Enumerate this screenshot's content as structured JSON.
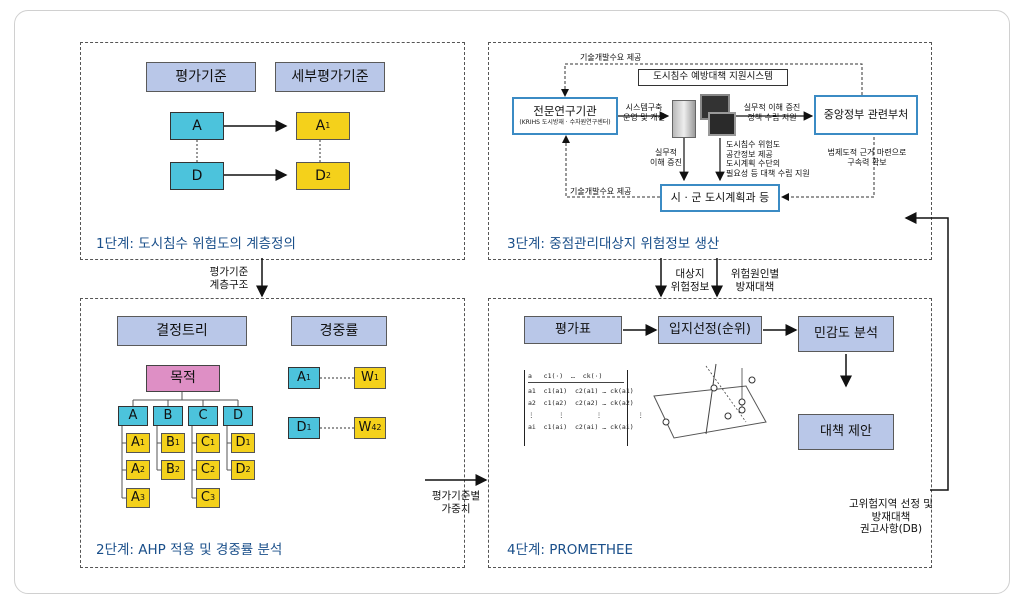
{
  "stage1": {
    "title": "1단계: 도시침수 위험도의 계층정의",
    "criteria": "평가기준",
    "sub_criteria": "세부평가기준",
    "a": "A",
    "d": "D",
    "a1": "A",
    "a1_sub": "1",
    "d2": "D",
    "d2_sub": "2"
  },
  "stage2": {
    "title": "2단계: AHP 적용 및 경중률 분석",
    "decision_tree": "결정트리",
    "weight": "경중률",
    "goal": "목적",
    "nodes": [
      "A",
      "B",
      "C",
      "D"
    ],
    "a_children": [
      {
        "l": "A",
        "s": "1"
      },
      {
        "l": "A",
        "s": "2"
      },
      {
        "l": "A",
        "s": "3"
      }
    ],
    "b_children": [
      {
        "l": "B",
        "s": "1"
      },
      {
        "l": "B",
        "s": "2"
      }
    ],
    "c_children": [
      {
        "l": "C",
        "s": "1"
      },
      {
        "l": "C",
        "s": "2"
      },
      {
        "l": "C",
        "s": "3"
      }
    ],
    "d_children": [
      {
        "l": "D",
        "s": "1"
      },
      {
        "l": "D",
        "s": "2"
      }
    ],
    "wa": "A",
    "wa_sub": "1",
    "w1": "W",
    "w1_sub": "1",
    "wd": "D",
    "wd_sub": "1",
    "w4": "W",
    "w4_sub": "4",
    "w4_sup": "2"
  },
  "stage3": {
    "title": "3단계: 중점관리대상지 위험정보 생산",
    "tech_need_top": "기술개발수요 제공",
    "system_label": "도시침수 예방대책 지원시스템",
    "research": "전문연구기관",
    "research_sub": "(KRIHS 도시방재 · 수자원연구센터)",
    "build": "시스템구축\n운영 및 개선",
    "practical_top": "실무적 이해 증진\n정책 수립 지원",
    "central": "중앙정부 관련부처",
    "practical_mid": "실무적\n이해 증진",
    "info_list": "도시침수 위험도\n공간정보 제공\n도시계획 수단의\n필요성 등 대책 수립 지원",
    "legal": "법제도적 근거 마련으로\n구속력 확보",
    "tech_need_bottom": "기술개발수요 제공",
    "city": "시 · 군 도시계획과 등"
  },
  "stage4": {
    "title": "4단계: PROMETHEE",
    "table": "평가표",
    "site": "입지선정(순위)",
    "sensitivity": "민감도 분석",
    "proposal": "대책 제안",
    "matrix_header": "a   c1(·)  …  ck(·)",
    "matrix_rows": [
      "a1  c1(a1)  c2(a1) … ck(a1)",
      "a2  c1(a2)  c2(a2) … ck(a2)",
      "⋮      ⋮        ⋮         ⋮",
      "ai  c1(ai)  c2(ai) … ck(ai)"
    ]
  },
  "connectors": {
    "s1_s2": "평가기준\n계층구조",
    "s2_s4": "평가기준별\n가중치",
    "s3_s4_left": "대상지\n위험정보",
    "s3_s4_right": "위험원인별\n방재대책",
    "db": "고위험지역 선정 및\n방재대책\n권고사항(DB)"
  }
}
